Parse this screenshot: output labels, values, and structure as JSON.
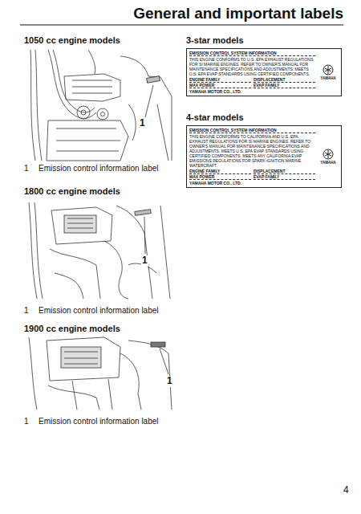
{
  "diagram": {
    "title": "General and important labels",
    "nodes": [
      {
        "text": [
          "EMISSION CONTROL SYSTEM INFORMATION",
          "THIS ENGINE CONFORMS TO U.S. EPA EXHAUST REGULATIONS FOR SI MARINE ENGINES. REFER TO OWNER'S MANUAL FOR MAINTENANCE SPECIFICATIONS AND ADJUSTMENTS. MEETS U.S. EPA EVAP STANDARDS USING CERTIFIED COMPONENTS.",
          "ENGINE FAMILY",
          "DISPLACEMENT",
          "MAX POWER",
          "EVAP FAMILY",
          "YAMAHA MOTOR CO., LTD.",
          "YAMAHA"
        ]
      },
      {
        "text": [
          "EMISSION CONTROL SYSTEM INFORMATION",
          "THIS ENGINE CONFORMS TO CALIFORNIA AND U.S. EPA EXHAUST REGULATIONS FOR SI MARINE ENGINES. REFER TO OWNER'S MANUAL FOR MAINTENANCE SPECIFICATIONS AND ADJUSTMENTS. MEETS U.S. EPA EVAP STANDARDS USING CERTIFIED COMPONENTS. MEETS ANY CALIFORNIA EVAP EMISSIONS REGULATIONS FOR SPARK-IGNITION MARINE WATERCRAFT.",
          "ENGINE FAMILY",
          "DISPLACEMENT",
          "MAX POWER",
          "EVAP FAMILY",
          "YAMAHA MOTOR CO., LTD.",
          "YAMAHA"
        ]
      }
    ],
    "labels": [
      "1050 cc engine models",
      "1",
      "1",
      "Emission control information label",
      "1800 cc engine models",
      "1",
      "1",
      "Emission control information label",
      "1900 cc engine models",
      "1",
      "1",
      "Emission control information label",
      "3-star models",
      "4-star models",
      "4"
    ]
  }
}
